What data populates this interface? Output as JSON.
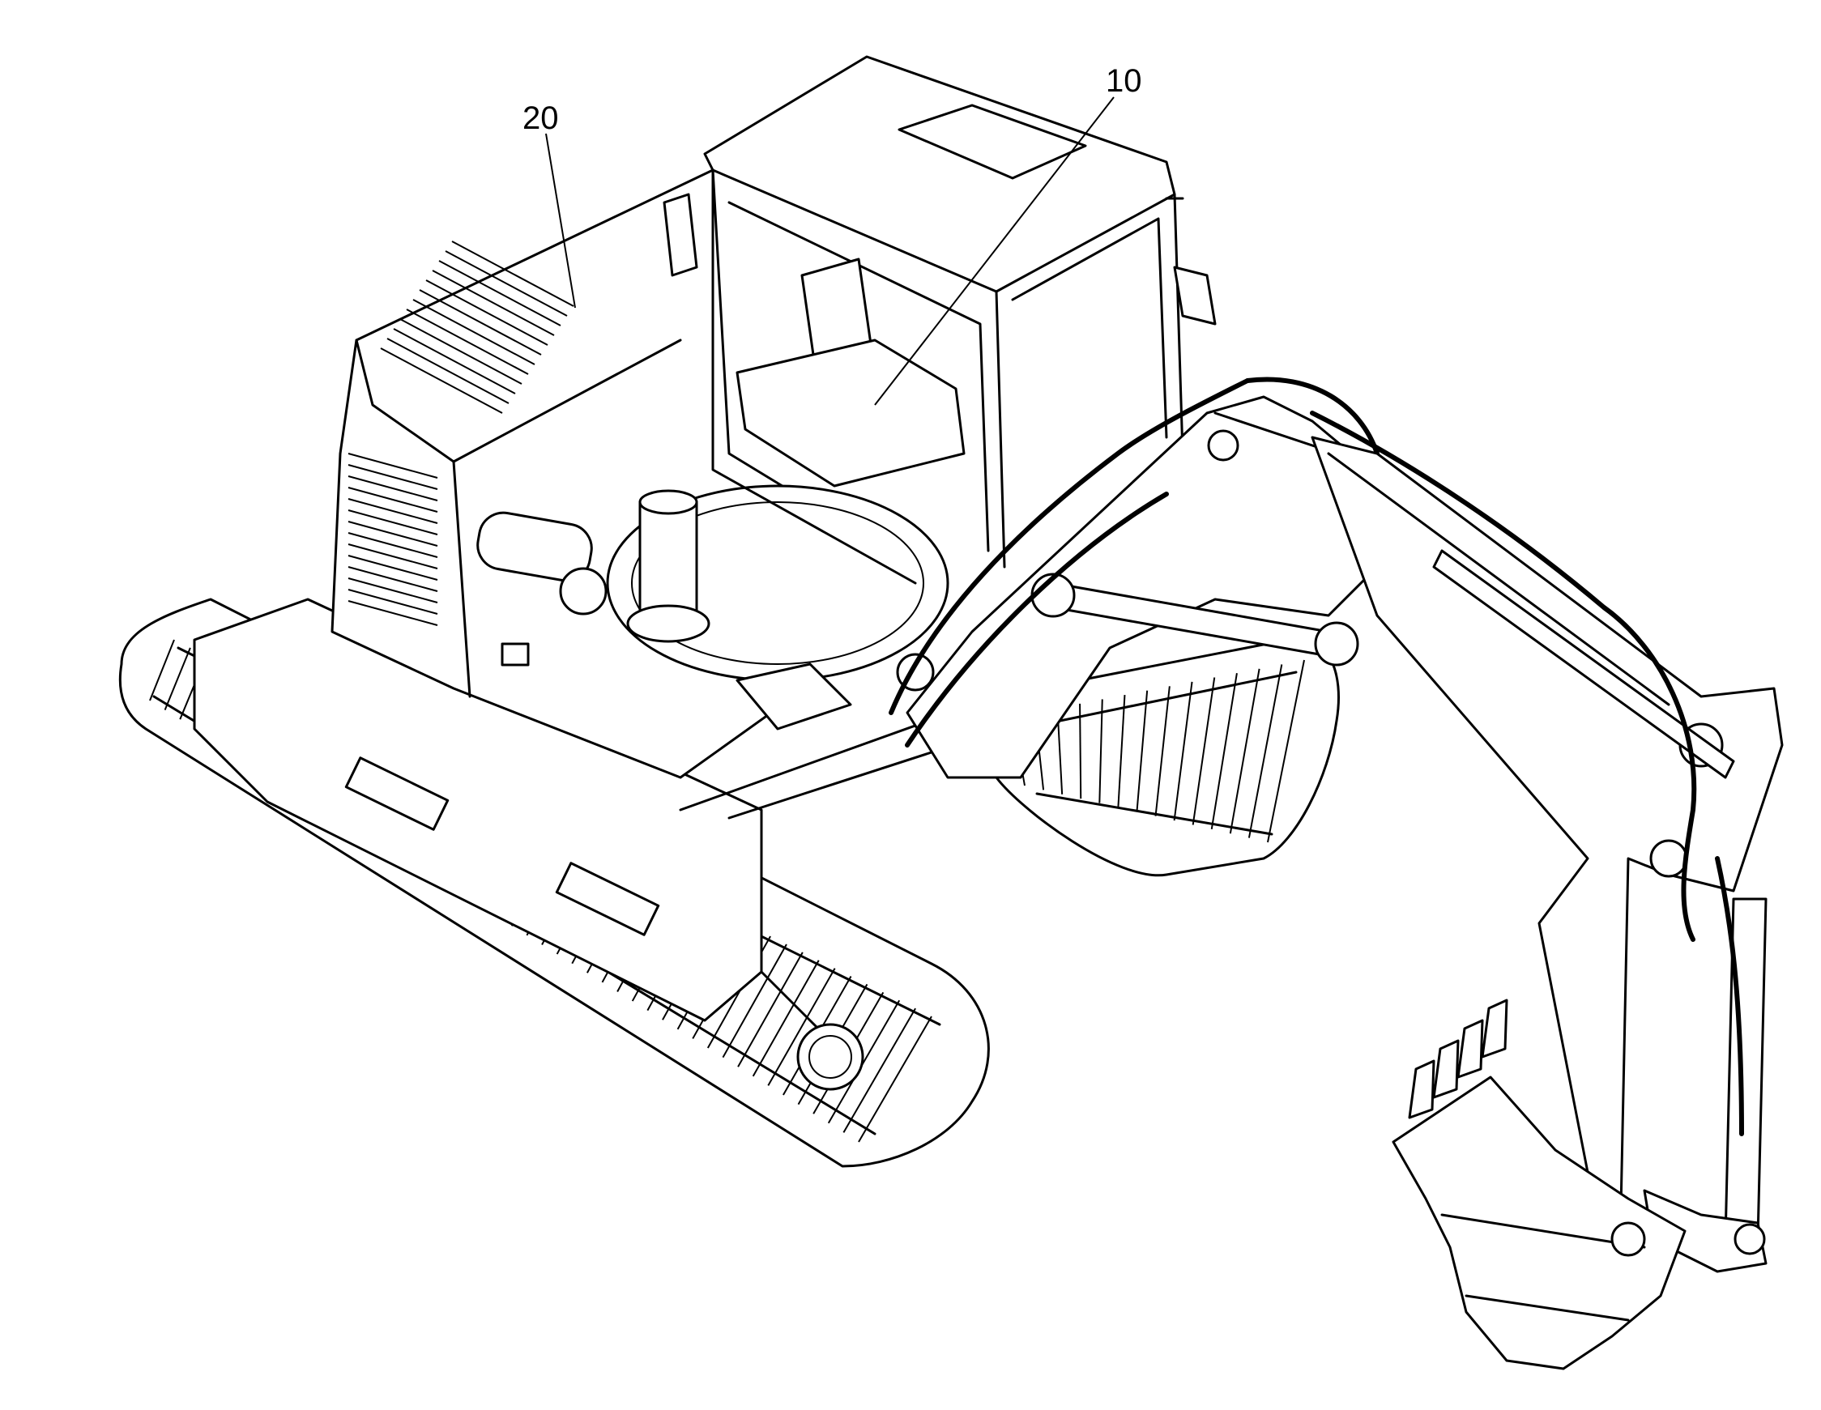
{
  "figure": {
    "callouts": [
      {
        "id": "10",
        "label": "10"
      },
      {
        "id": "20",
        "label": "20"
      }
    ]
  }
}
